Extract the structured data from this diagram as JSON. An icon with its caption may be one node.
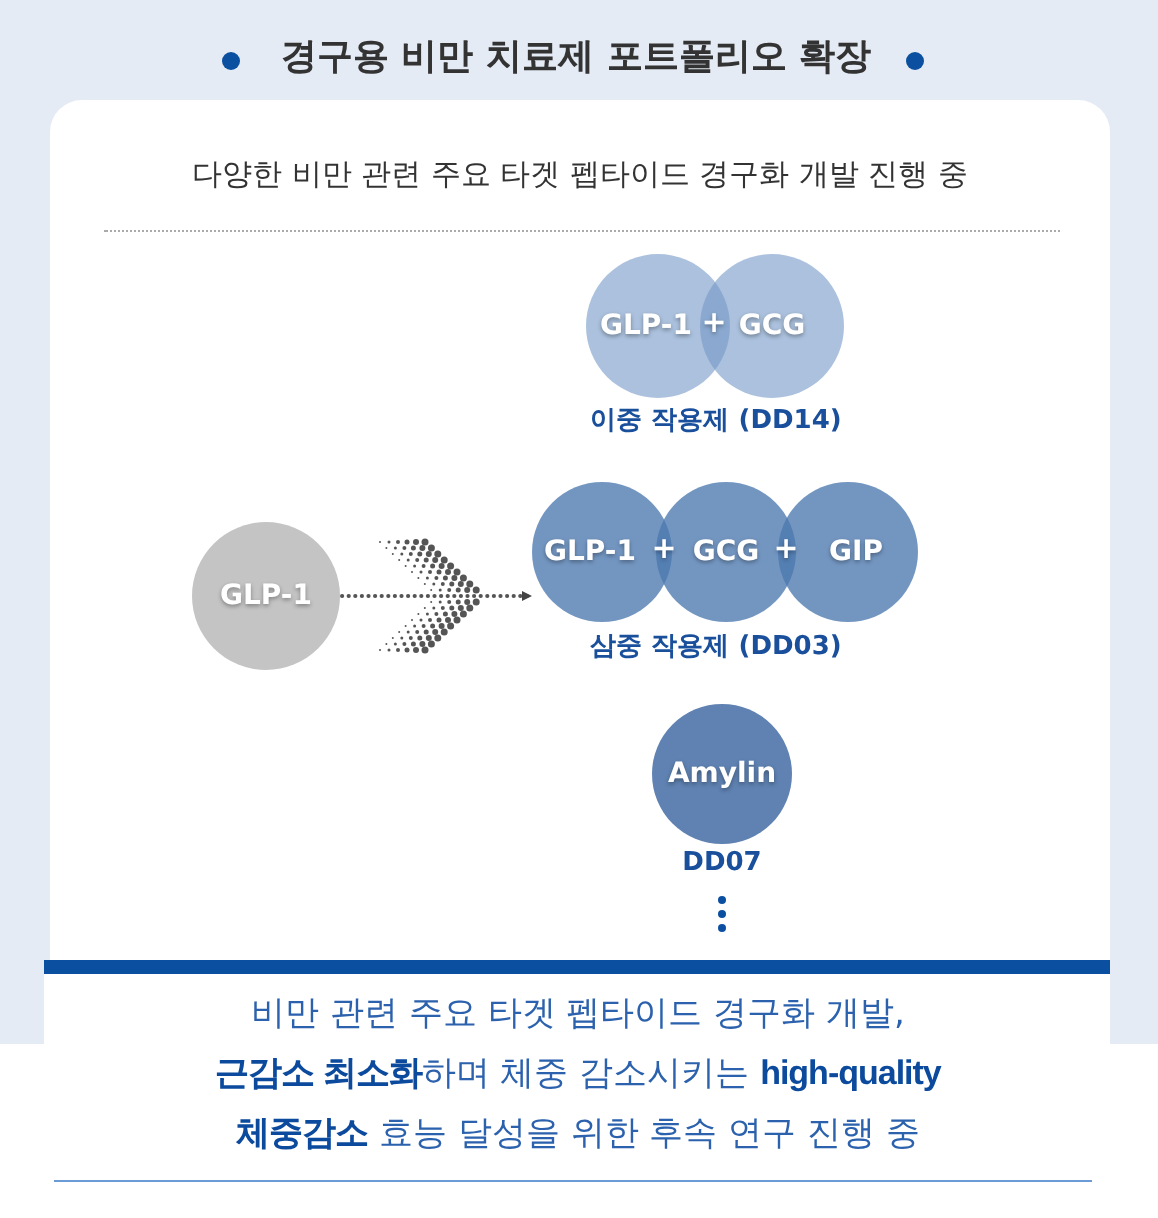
{
  "diagram": {
    "title": "경구용 비만 치료제 포트폴리오 확장",
    "nodes": [
      {
        "text": [
          "GLP-1"
        ]
      },
      {
        "text": [
          "GLP-1"
        ]
      },
      {
        "text": [
          "GCG"
        ]
      },
      {
        "text": [
          "GLP-1"
        ]
      },
      {
        "text": [
          "GCG"
        ]
      },
      {
        "text": [
          "GIP"
        ]
      },
      {
        "text": [
          "Amylin"
        ],
        "beside": [
          "DD07"
        ]
      }
    ],
    "edges": [
      {
        "from": 0,
        "to": 3,
        "arrow": "to"
      }
    ],
    "labels": [
      "다양한 비만 관련 주요 타겟 펩타이드 경구화 개발 진행 중",
      "+",
      "이중 작용제 (DD14)",
      "+",
      "+",
      "삼중 작용제 (DD03)"
    ],
    "caption": "비만 관련 주요 타겟 펩타이드 경구화 개발, **근감소 최소화**하며 체중 감소시키는 **high-quality 체중감소** 효능 달성을 위한 후속 연구 진행 중"
  }
}
